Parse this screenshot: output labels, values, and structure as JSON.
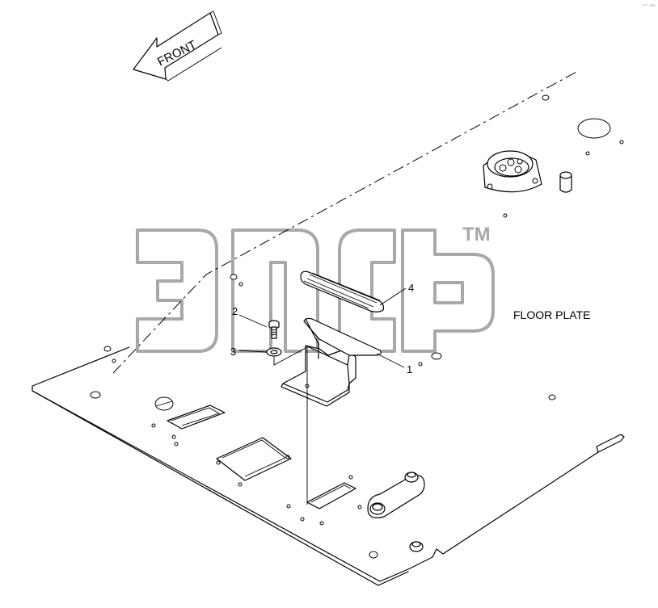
{
  "diagram": {
    "title": "FLOOR PLATE",
    "direction_label": "FRONT",
    "corner_mark": "s™ ooo",
    "watermark": {
      "trademark": "TM"
    },
    "callouts": [
      {
        "number": "1",
        "part": "bracket"
      },
      {
        "number": "2",
        "part": "bolt"
      },
      {
        "number": "3",
        "part": "washer"
      },
      {
        "number": "4",
        "part": "pedal pad"
      }
    ]
  }
}
